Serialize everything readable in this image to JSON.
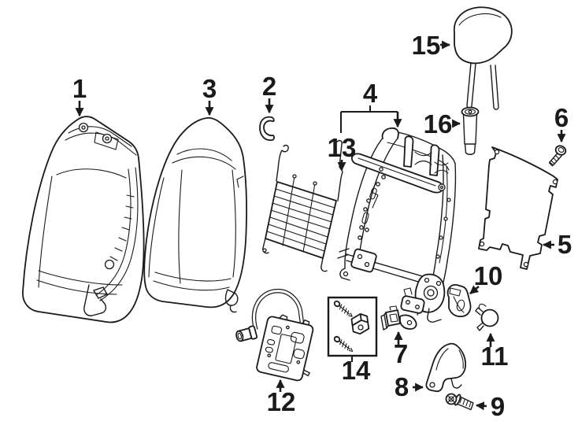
{
  "figure": {
    "background_color": "#ffffff",
    "line_color": "#1a1a1a"
  },
  "callouts": [
    {
      "label": "1"
    },
    {
      "label": "2"
    },
    {
      "label": "3"
    },
    {
      "label": "4"
    },
    {
      "label": "5"
    },
    {
      "label": "6"
    },
    {
      "label": "7"
    },
    {
      "label": "8"
    },
    {
      "label": "9"
    },
    {
      "label": "10"
    },
    {
      "label": "11"
    },
    {
      "label": "12"
    },
    {
      "label": "13"
    },
    {
      "label": "14"
    },
    {
      "label": "15"
    },
    {
      "label": "16"
    }
  ]
}
